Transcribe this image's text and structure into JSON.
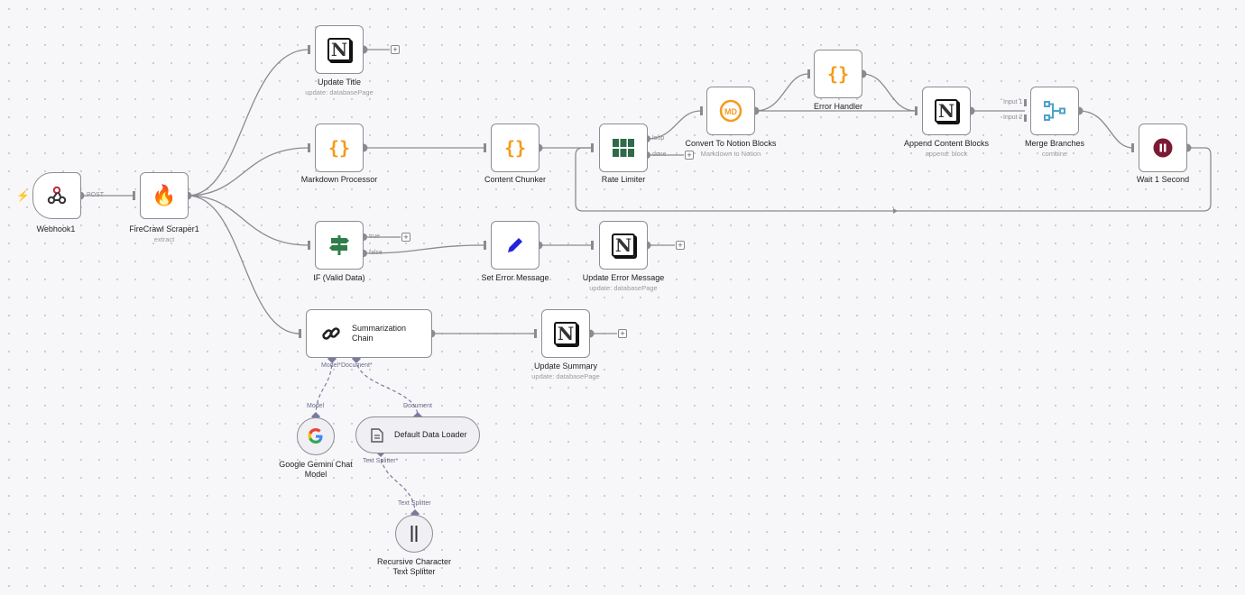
{
  "nodes": {
    "webhook": {
      "label": "Webhook1",
      "port": "POST"
    },
    "firecrawl": {
      "label": "FireCrawl Scraper1",
      "sub": "extract"
    },
    "update_title": {
      "label": "Update Title",
      "sub": "update: databasePage"
    },
    "markdown_processor": {
      "label": "Markdown Processor"
    },
    "content_chunker": {
      "label": "Content Chunker"
    },
    "rate_limiter": {
      "label": "Rate Limiter",
      "port_loop": "loop",
      "port_done": "done"
    },
    "convert_notion": {
      "label": "Convert To Notion Blocks",
      "sub": "Markdown to Notion"
    },
    "error_handler": {
      "label": "Error Handler"
    },
    "append_blocks": {
      "label": "Append Content Blocks",
      "sub": "append: block"
    },
    "merge_branches": {
      "label": "Merge Branches",
      "sub": "combine",
      "input1": "Input 1",
      "input2": "Input 2"
    },
    "wait": {
      "label": "Wait 1 Second"
    },
    "if_valid": {
      "label": "IF (Valid Data)",
      "port_true": "true",
      "port_false": "false"
    },
    "set_error": {
      "label": "Set Error Message"
    },
    "update_error": {
      "label": "Update Error Message",
      "sub": "update: databasePage"
    },
    "summarization": {
      "label_line1": "Summarization",
      "label_line2": "Chain",
      "model_port": "Model*",
      "document_port": "Document*"
    },
    "update_summary": {
      "label": "Update Summary",
      "sub": "update: databasePage"
    },
    "gemini": {
      "label_line1": "Google Gemini Chat",
      "label_line2": "Model",
      "port": "Model"
    },
    "data_loader": {
      "label": "Default Data Loader",
      "port_top": "Document",
      "port_bottom": "Text Splitter*"
    },
    "splitter": {
      "label_line1": "Recursive Character",
      "label_line2": "Text Splitter",
      "port": "Text Splitter"
    }
  },
  "plus_glyph": "+",
  "colors": {
    "edge": "#8a8a90",
    "sub_edge": "#7a7aa0",
    "accent_orange": "#f59b1c",
    "notion_black": "#111111",
    "wait_red": "#7a1a34"
  }
}
